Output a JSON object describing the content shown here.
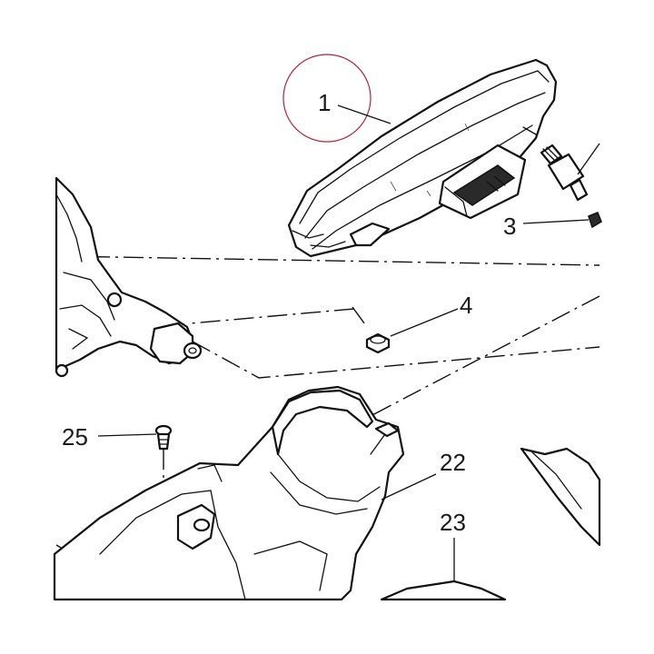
{
  "callouts": {
    "instrument_panel": "1",
    "nut": "3",
    "grommet": "4",
    "screw": "25",
    "headlight_fairing_inner": "22",
    "fairing_side": "23"
  },
  "highlight_color": "#b2243c",
  "line_color": "#111111"
}
